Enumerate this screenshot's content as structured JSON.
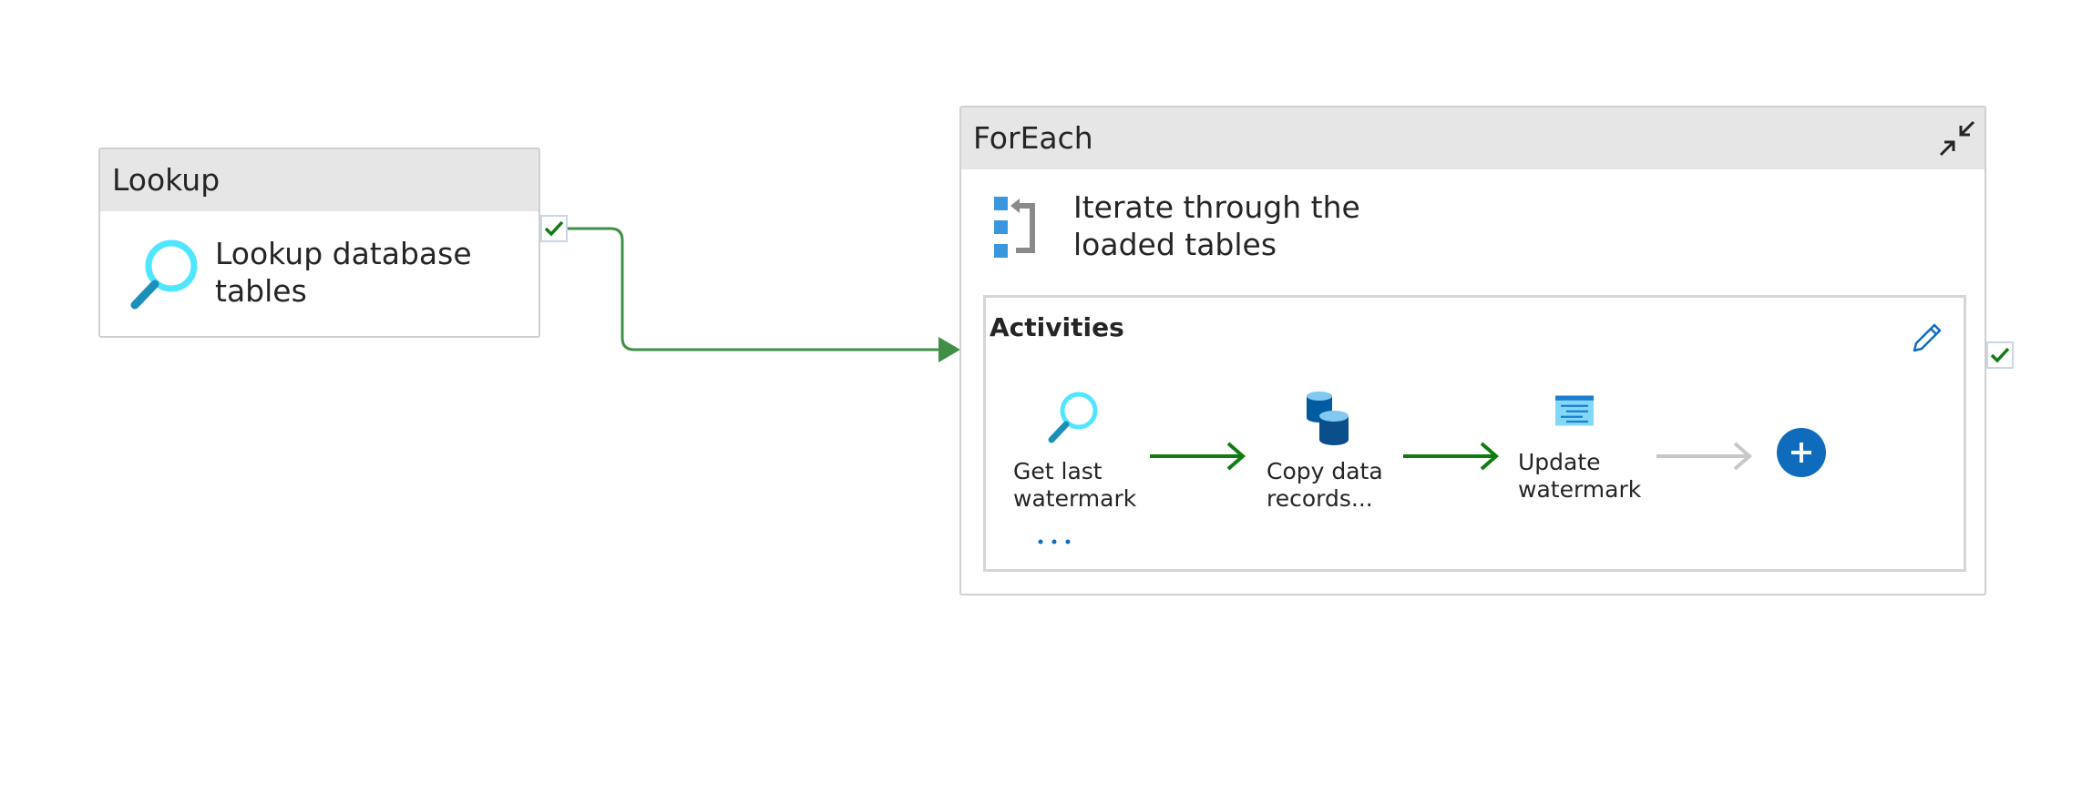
{
  "lookup": {
    "title": "Lookup",
    "description_line1": "Lookup database",
    "description_line2": "tables"
  },
  "foreach": {
    "title": "ForEach",
    "description_line1": "Iterate through the",
    "description_line2": "loaded tables",
    "activities": {
      "title": "Activities",
      "items": [
        {
          "line1": "Get last",
          "line2": "watermark",
          "icon": "lookup-icon"
        },
        {
          "line1": "Copy data",
          "line2": "records...",
          "icon": "copy-data-icon"
        },
        {
          "line1": "Update",
          "line2": "watermark",
          "icon": "stored-procedure-icon"
        }
      ],
      "more_label": "..."
    }
  },
  "colors": {
    "success_green": "#107c10",
    "connector_green": "#3f8f47",
    "pending_gray": "#c8c8c8",
    "accent_blue": "#0f6cbd",
    "header_bg": "#e6e6e6",
    "icon_cyan": "#50e6ff"
  }
}
